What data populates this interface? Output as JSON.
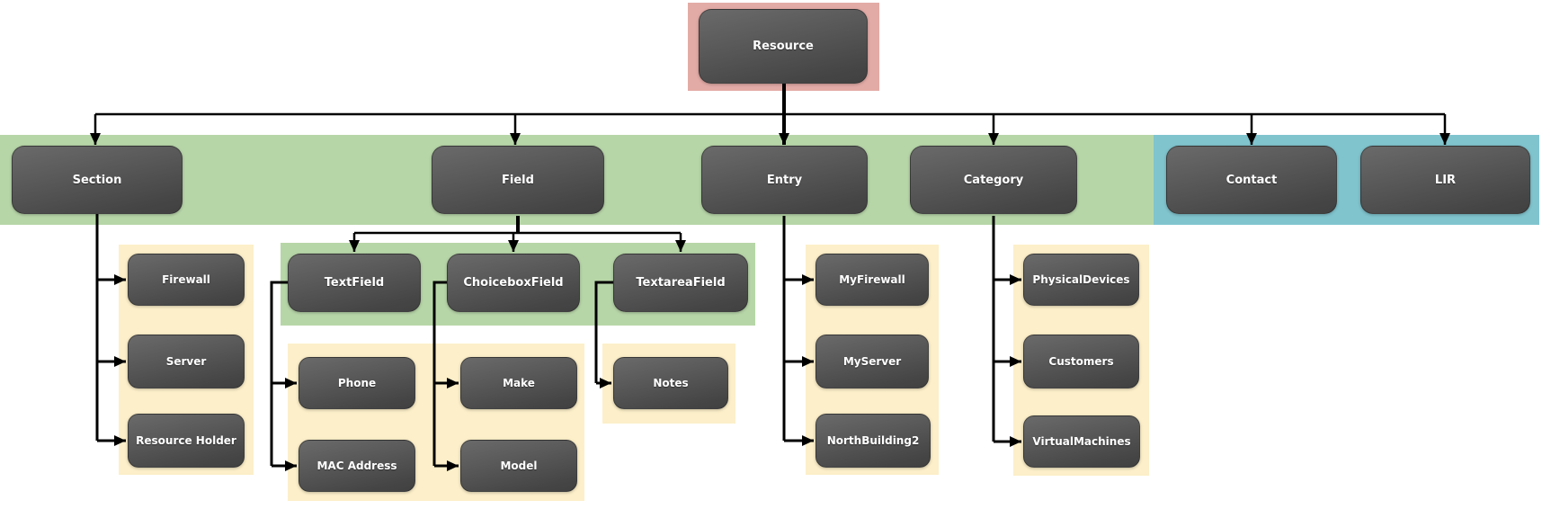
{
  "nodes": {
    "resource": "Resource",
    "section": "Section",
    "field": "Field",
    "entry": "Entry",
    "category": "Category",
    "contact": "Contact",
    "lir": "LIR",
    "firewall": "Firewall",
    "server": "Server",
    "resource_holder": "Resource Holder",
    "textfield": "TextField",
    "choiceboxfield": "ChoiceboxField",
    "textareafield": "TextareaField",
    "phone": "Phone",
    "mac_address": "MAC Address",
    "make": "Make",
    "model": "Model",
    "notes": "Notes",
    "myfirewall": "MyFirewall",
    "myserver": "MyServer",
    "northbuilding2": "NorthBuilding2",
    "physicaldevices": "PhysicalDevices",
    "customers": "Customers",
    "virtualmachines": "VirtualMachines"
  },
  "hierarchy": {
    "Resource": {
      "Section": [
        "Firewall",
        "Server",
        "Resource Holder"
      ],
      "Field": {
        "TextField": [
          "Phone",
          "MAC Address"
        ],
        "ChoiceboxField": [
          "Make",
          "Model"
        ],
        "TextareaField": [
          "Notes"
        ]
      },
      "Entry": [
        "MyFirewall",
        "MyServer",
        "NorthBuilding2"
      ],
      "Category": [
        "PhysicalDevices",
        "Customers",
        "VirtualMachines"
      ],
      "Contact": [],
      "LIR": []
    }
  },
  "colors": {
    "node_gradient_top": "#6a6a6a",
    "node_gradient_bottom": "#414141",
    "node_text": "#ffffff",
    "resource_highlight": "#e3aba6",
    "green_highlight": "#b7d6a8",
    "teal_highlight": "#80c4ce",
    "group_highlight": "#fcefc9",
    "connector": "#000000"
  }
}
